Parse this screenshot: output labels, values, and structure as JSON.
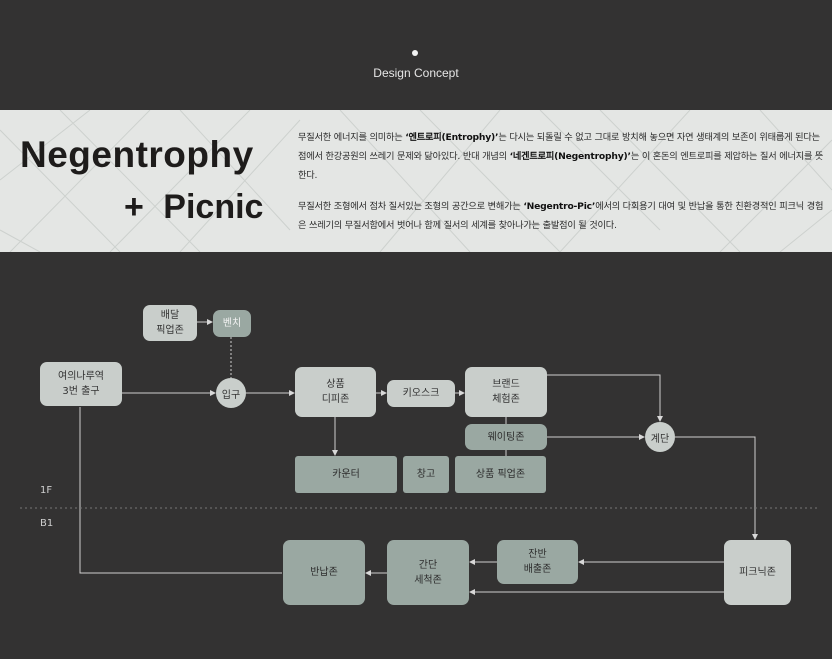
{
  "header": {
    "subtitle": "Design Concept"
  },
  "concept": {
    "title_line1": "Negentrophy",
    "title_line2": "+ Picnic",
    "p1": [
      {
        "t": "무질서한 에너지를 의미하는 "
      },
      {
        "b": "‘엔트로피(Entrophy)’"
      },
      {
        "t": "는 다시는 되돌릴 수 없고 그대로 방치해 놓으면 자연 생태계의 보존이 위태롭게 된다는 점에서 한강공원의 쓰레기 문제와 닮아있다. 반대 개념의 "
      },
      {
        "b": "‘네겐트로피(Negentrophy)’"
      },
      {
        "t": "는 이 혼돈의 엔트로피를 제압하는 질서 에너지를 뜻한다."
      }
    ],
    "p2": [
      {
        "t": "무질서한 조형에서 점차 질서있는 조형의 공간으로 변해가는 "
      },
      {
        "b": "‘Negentro-Pic’"
      },
      {
        "t": "에서의 다회용기 대여 및 반납을 통한 친환경적인 피크닉 경험은 쓰레기의 무질서함에서 벗어나 함께 질서의 세계를 찾아나가는 출발점이 될 것이다."
      }
    ]
  },
  "diagram": {
    "floors": {
      "upper": "1F",
      "lower": "B1"
    },
    "nodes": {
      "delivery": "배달\n픽업존",
      "bench": "벤치",
      "exit": "여의나루역\n3번 출구",
      "entrance": "입구",
      "display": "상품\n디피존",
      "kiosk": "키오스크",
      "brand": "브랜드\n체험존",
      "waiting": "웨이팅존",
      "stairs": "계단",
      "counter": "카운터",
      "storage": "창고",
      "pickup": "상품 픽업존",
      "picnic": "피크닉존",
      "leftover": "잔반\n배출존",
      "wash": "간단\n세척존",
      "return": "반납존"
    }
  }
}
